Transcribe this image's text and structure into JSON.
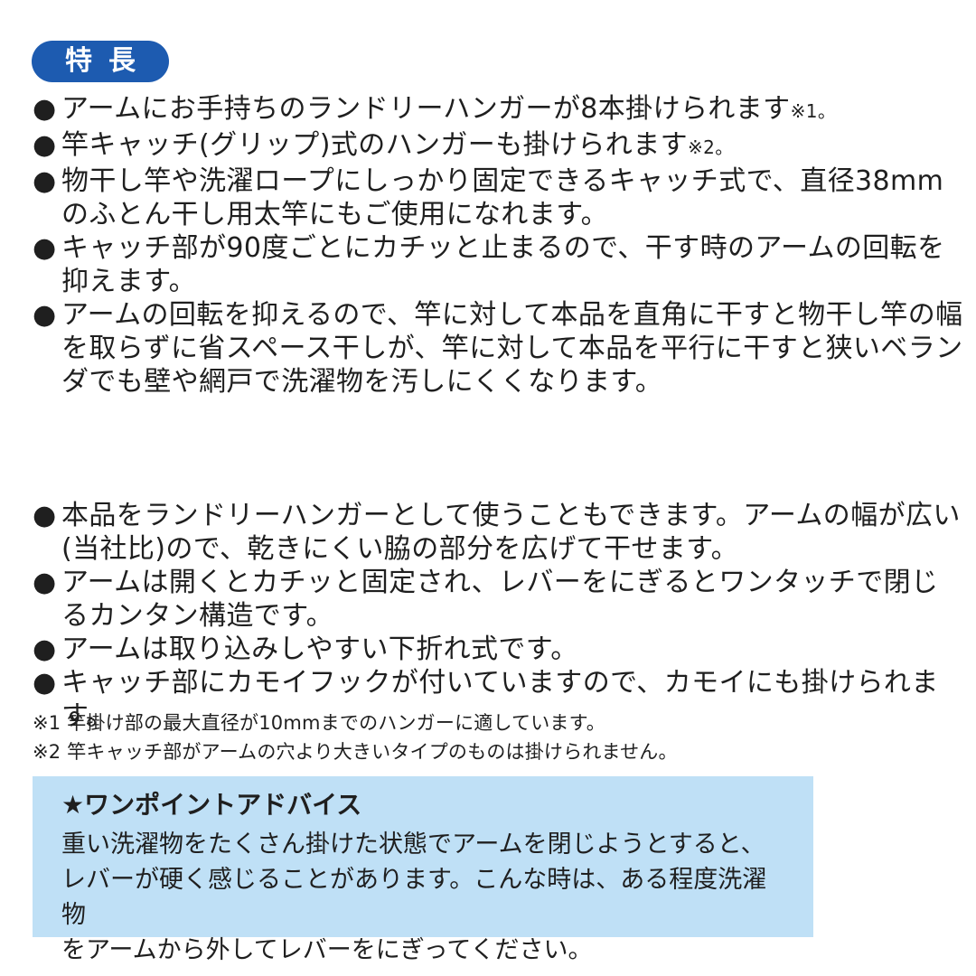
{
  "header": {
    "badge_label": "特長"
  },
  "bullet_symbol": "●",
  "features_top": [
    {
      "text": "アームにお手持ちのランドリーハンガーが8本掛けられます",
      "note": "※1。"
    },
    {
      "text": "竿キャッチ(グリップ)式のハンガーも掛けられます",
      "note": "※2。"
    },
    {
      "text": "物干し竿や洗濯ロープにしっかり固定できるキャッチ式で、直径38mmのふとん干し用太竿にもご使用になれます。",
      "note": ""
    },
    {
      "text": "キャッチ部が90度ごとにカチッと止まるので、干す時のアームの回転を抑えます。",
      "note": ""
    },
    {
      "text": "アームの回転を抑えるので、竿に対して本品を直角に干すと物干し竿の幅を取らずに省スペース干しが、竿に対して本品を平行に干すと狭いベランダでも壁や網戸で洗濯物を汚しにくくなります。",
      "note": ""
    }
  ],
  "features_bottom": [
    {
      "text": "本品をランドリーハンガーとして使うこともできます。アームの幅が広い(当社比)ので、乾きにくい脇の部分を広げて干せます。",
      "note": ""
    },
    {
      "text": "アームは開くとカチッと固定され、レバーをにぎるとワンタッチで閉じるカンタン構造です。",
      "note": ""
    },
    {
      "text": "アームは取り込みしやすい下折れ式です。",
      "note": ""
    },
    {
      "text": "キャッチ部にカモイフックが付いていますので、カモイにも掛けられます。",
      "note": ""
    }
  ],
  "footnotes": [
    "※1 竿掛け部の最大直径が10mmまでのハンガーに適しています。",
    "※2 竿キャッチ部がアームの穴より大きいタイプのものは掛けられません。"
  ],
  "advice": {
    "title": "★ワンポイントアドバイス",
    "body": "重い洗濯物をたくさん掛けた状態でアームを閉じようとすると、\nレバーが硬く感じることがあります。こんな時は、ある程度洗濯物\nをアームから外してレバーをにぎってください。"
  },
  "colors": {
    "badge": "#1d5bb0",
    "advice_background": "#bfe0f6",
    "text": "#1f1f1f"
  }
}
